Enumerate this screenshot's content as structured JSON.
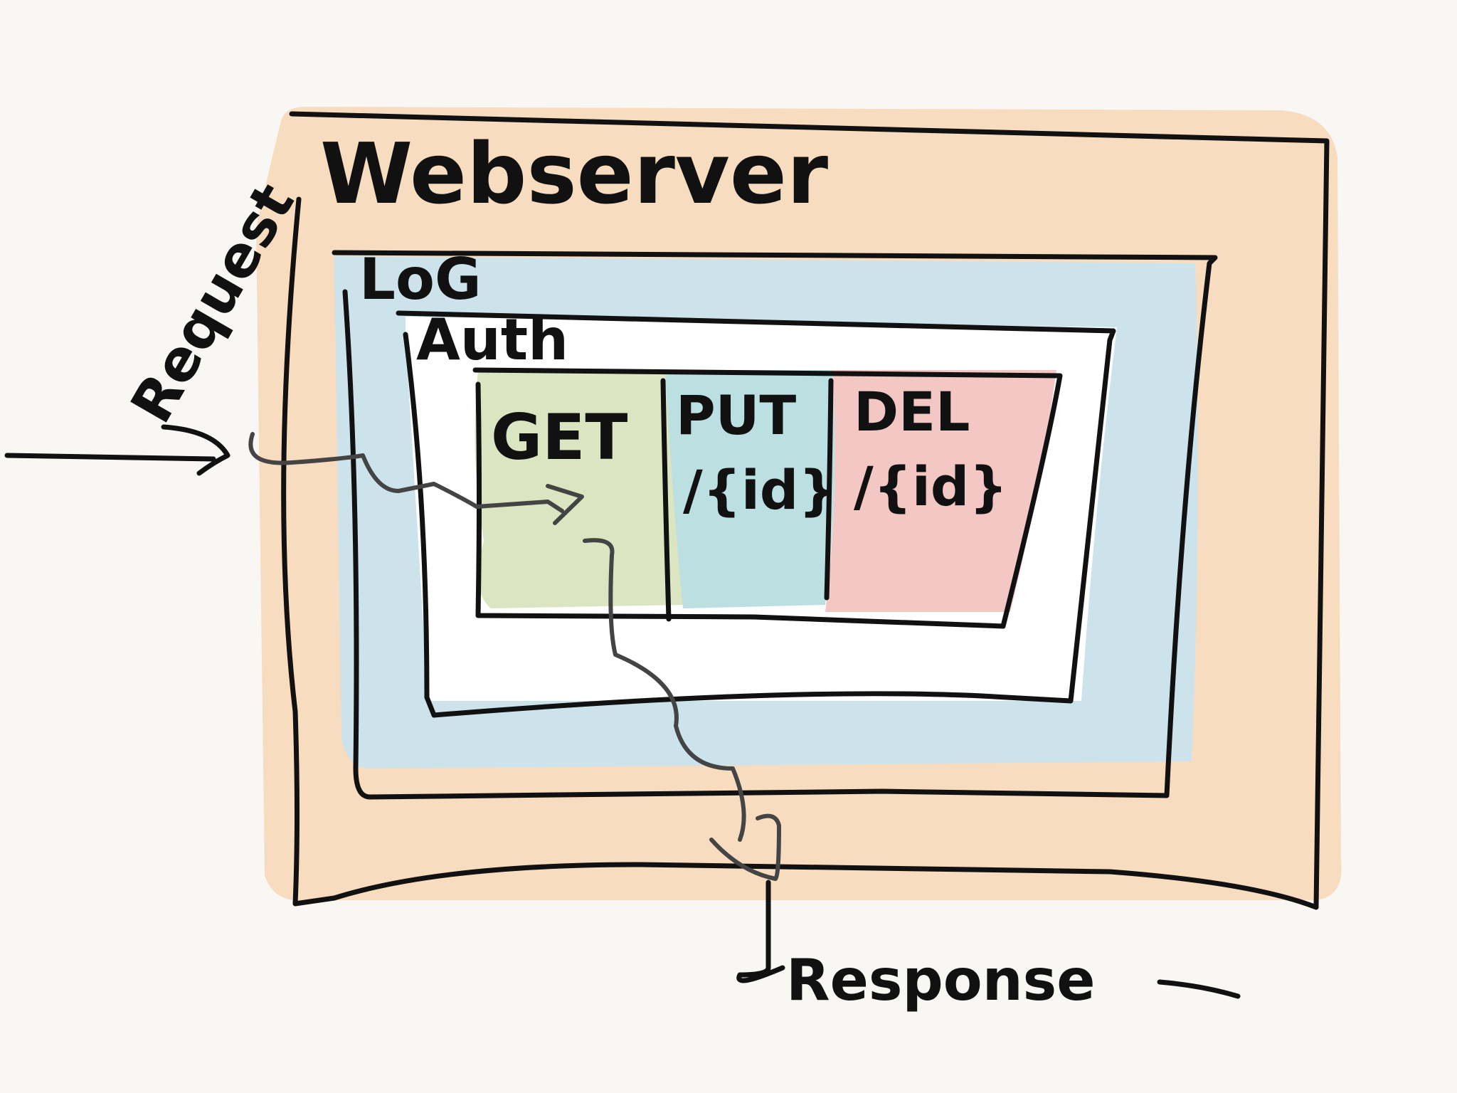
{
  "labels": {
    "webserver": "Webserver",
    "log": "LoG",
    "auth": "Auth",
    "get": "GET",
    "put": "PUT",
    "put_path": "/{id}",
    "del": "DEL",
    "del_path": "/{id}",
    "request": "Request",
    "response": "Response"
  },
  "colors": {
    "webserver_fill": "#f8dcc0",
    "log_fill": "#cde3ec",
    "auth_fill": "#ffffff",
    "get_fill": "#dbe5c2",
    "put_fill": "#bcdfe2",
    "del_fill": "#f2c7c4",
    "ink": "#111111",
    "flow": "#444444"
  }
}
